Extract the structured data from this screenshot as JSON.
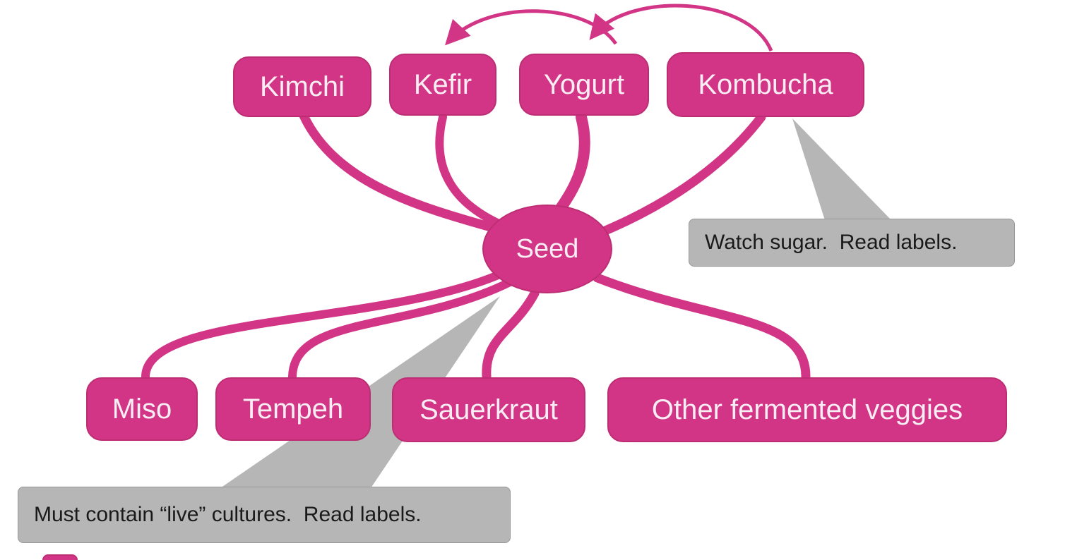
{
  "diagram": {
    "center_node": {
      "label": "Seed"
    },
    "top_nodes": [
      {
        "label": "Kimchi"
      },
      {
        "label": "Kefir"
      },
      {
        "label": "Yogurt"
      },
      {
        "label": "Kombucha"
      }
    ],
    "bottom_nodes": [
      {
        "label": "Miso"
      },
      {
        "label": "Tempeh"
      },
      {
        "label": "Sauerkraut"
      },
      {
        "label": "Other fermented veggies"
      }
    ],
    "callouts": [
      {
        "text": "Watch sugar.  Read labels."
      },
      {
        "text": "Must contain “live” cultures.  Read labels."
      }
    ],
    "colors": {
      "node_fill": "#d23585",
      "node_border": "#bd2d74",
      "node_text": "#f9edf4",
      "edge": "#d23585",
      "callout_bg": "#b7b6b6",
      "callout_border": "#979797",
      "callout_text": "#1a1a1a",
      "background": "#ffffff"
    }
  }
}
